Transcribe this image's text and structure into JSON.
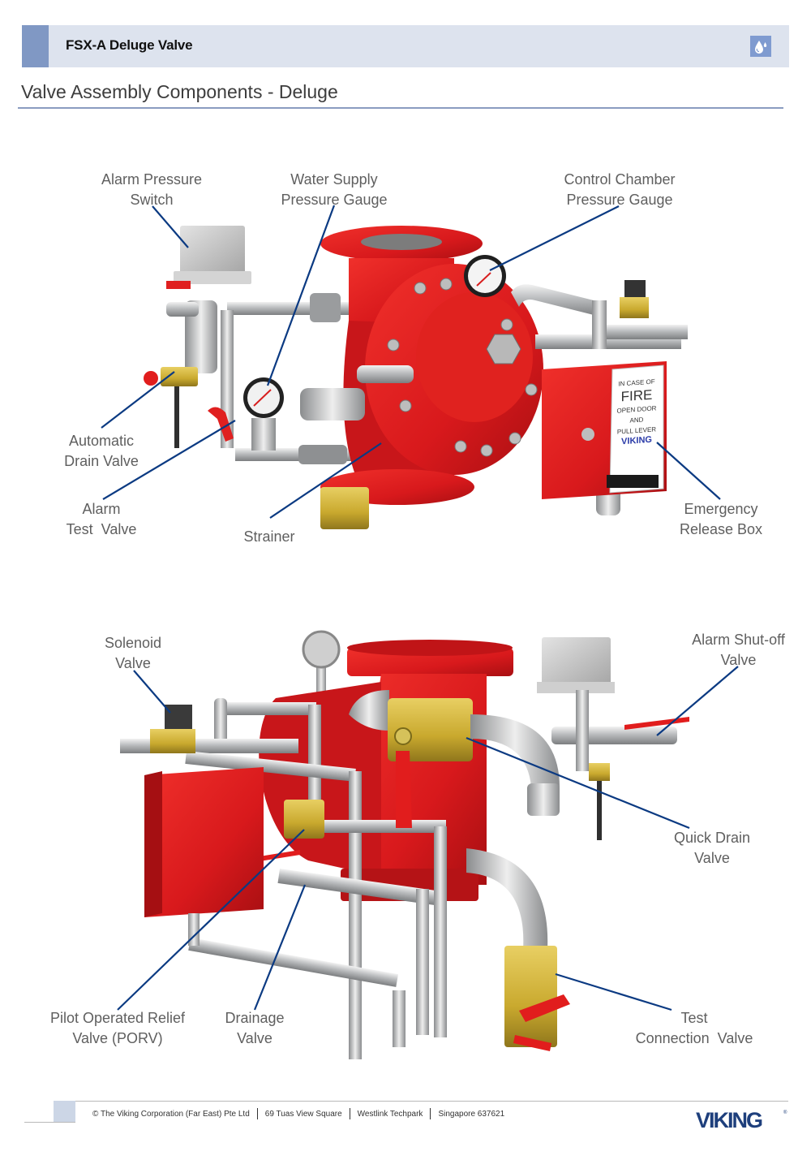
{
  "header": {
    "title": "FSX-A Deluge Valve",
    "icon": "water-drop-icon",
    "accent_color": "#8098c4",
    "band_color": "#dde3ee"
  },
  "section": {
    "title": "Valve Assembly Components - Deluge"
  },
  "figure_top": {
    "description": "Front view of deluge valve assembly",
    "callouts": [
      {
        "id": "alarm-pressure-switch",
        "lines": [
          "Alarm Pressure",
          "Switch"
        ]
      },
      {
        "id": "water-supply-pressure-gauge",
        "lines": [
          "Water Supply",
          "Pressure Gauge"
        ]
      },
      {
        "id": "control-chamber-pressure-gauge",
        "lines": [
          "Control Chamber",
          "Pressure Gauge"
        ]
      },
      {
        "id": "automatic-drain-valve",
        "lines": [
          "Automatic",
          "Drain Valve"
        ]
      },
      {
        "id": "alarm-test-valve",
        "lines": [
          "Alarm",
          "Test  Valve"
        ]
      },
      {
        "id": "strainer",
        "lines": [
          "Strainer"
        ]
      },
      {
        "id": "emergency-release-box",
        "lines": [
          "Emergency",
          "Release Box"
        ]
      }
    ],
    "release_box_label": {
      "line1": "IN CASE OF",
      "line2": "FIRE",
      "line3": "OPEN DOOR",
      "line4": "AND",
      "line5": "PULL LEVER",
      "brand": "VIKING"
    }
  },
  "figure_bottom": {
    "description": "Rear view of deluge valve assembly",
    "callouts": [
      {
        "id": "solenoid-valve",
        "lines": [
          "Solenoid",
          "Valve"
        ]
      },
      {
        "id": "alarm-shutoff-valve",
        "lines": [
          "Alarm Shut-off",
          "Valve"
        ]
      },
      {
        "id": "quick-drain-valve",
        "lines": [
          "Quick Drain",
          "Valve"
        ]
      },
      {
        "id": "porv",
        "lines": [
          "Pilot Operated Relief",
          "Valve (PORV)"
        ]
      },
      {
        "id": "drainage-valve",
        "lines": [
          "Drainage",
          "Valve"
        ]
      },
      {
        "id": "test-connection-valve",
        "lines": [
          "Test",
          "Connection  Valve"
        ]
      }
    ]
  },
  "colors": {
    "leader_line": "#0b3a82",
    "valve_red": "#d8191c",
    "brass": "#c9a92e",
    "steel": "#c4c6c8"
  },
  "footer": {
    "items": [
      "© The Viking Corporation (Far East) Pte Ltd",
      "69 Tuas View Square",
      "Westlink Techpark",
      "Singapore 637621"
    ],
    "logo": "VIKING"
  }
}
